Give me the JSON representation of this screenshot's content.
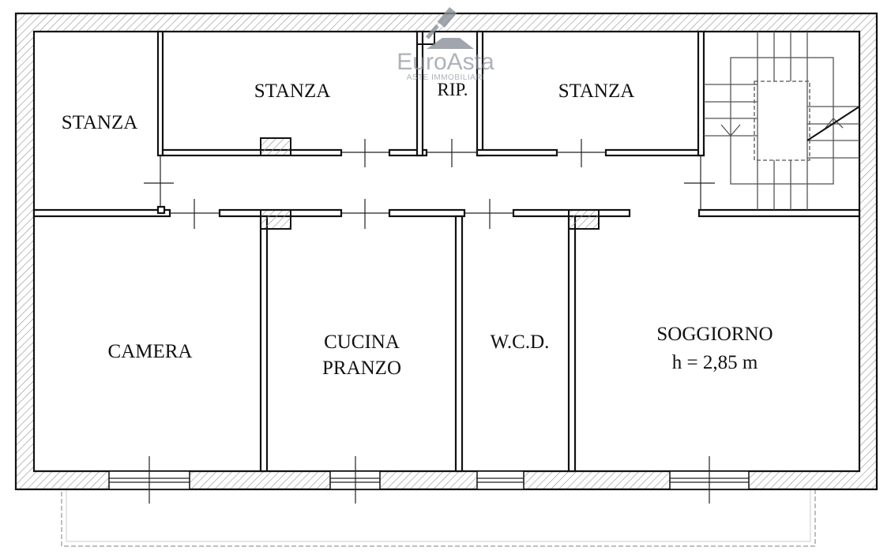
{
  "plan": {
    "rooms": {
      "stanza_top_left": "STANZA",
      "rip": "RIP.",
      "stanza_top_right": "STANZA",
      "stanza_left": "STANZA",
      "camera": "CAMERA",
      "cucina_line1": "CUCINA",
      "cucina_line2": "PRANZO",
      "wcd": "W.C.D.",
      "soggiorno": "SOGGIORNO",
      "height_note": "h = 2,85 m"
    }
  },
  "watermark": {
    "brand": "EuroAsta",
    "tagline": "ASTE IMMOBILIARI"
  },
  "colors": {
    "wall_stroke": "#111111",
    "hatch": "#999999",
    "watermark": "#8a8f99"
  }
}
